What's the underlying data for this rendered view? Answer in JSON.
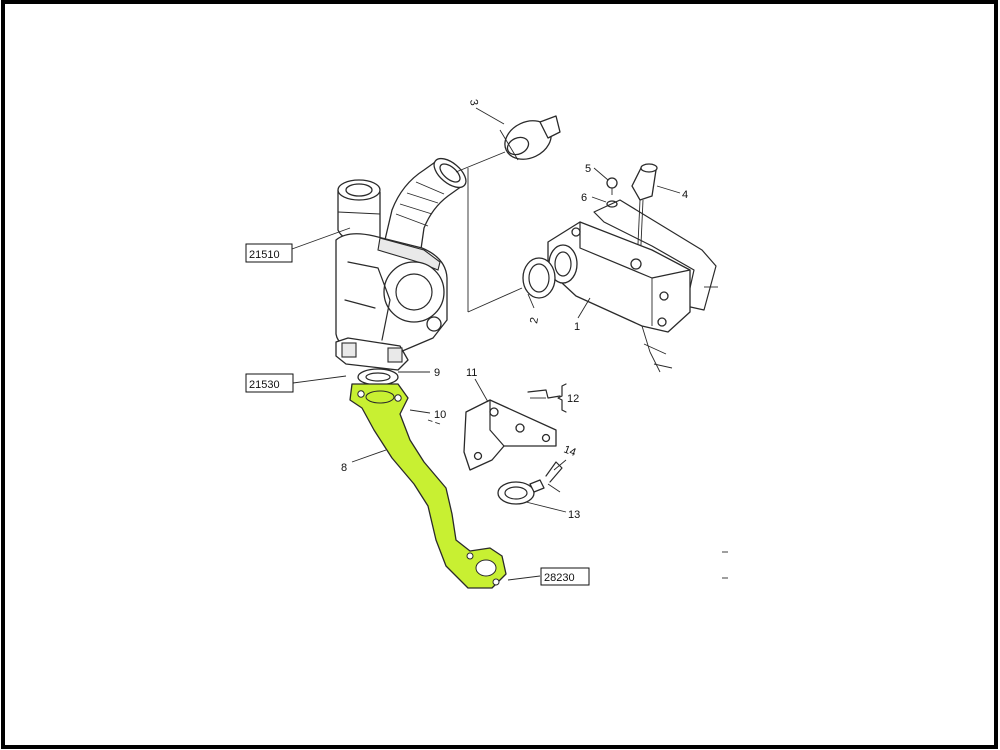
{
  "callouts": {
    "part_1": "1",
    "part_2": "2",
    "part_3": "3",
    "part_4": "4",
    "part_5": "5",
    "part_6": "6",
    "part_8": "8",
    "part_9": "9",
    "part_10": "10",
    "part_11": "11",
    "part_12": "12",
    "part_13": "13",
    "part_14": "14"
  },
  "references": {
    "ref_21510": "21510",
    "ref_21530": "21530",
    "ref_28230": "28230"
  },
  "colors": {
    "highlight": "#c8f032",
    "line": "#2a2a2a",
    "frame": "#000000"
  }
}
